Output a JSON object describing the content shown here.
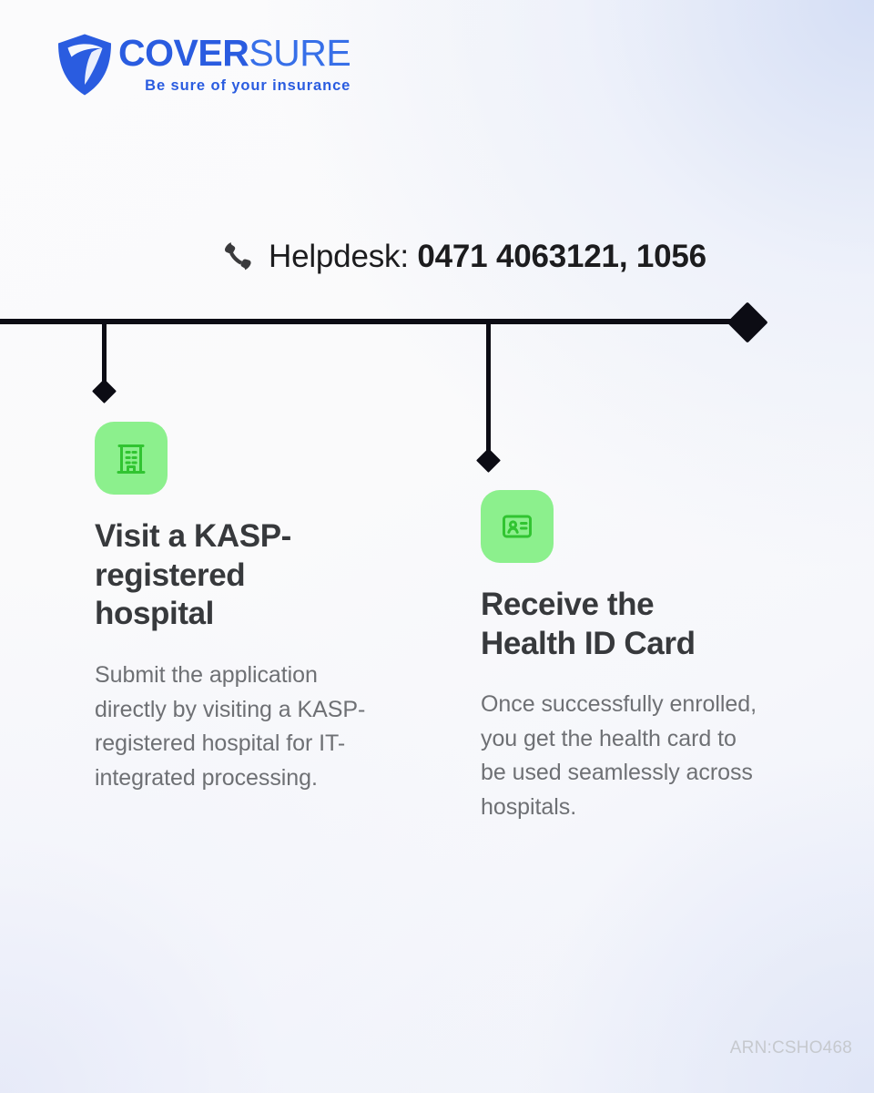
{
  "brand": {
    "logo_icon": "shield-swirl-icon",
    "name_part1": "COVER",
    "name_part2": "SURE",
    "tagline": "Be sure of your insurance",
    "primary_color": "#2a5ce0",
    "secondary_color": "#376fe8"
  },
  "helpdesk": {
    "icon": "telephone-receiver-icon",
    "label": "Helpdesk:",
    "number": "0471 4063121, 1056"
  },
  "timeline": {
    "line_color": "#0c0c14",
    "end_marker": "diamond",
    "node_marker": "diamond"
  },
  "steps": [
    {
      "icon": "hospital-building-icon",
      "icon_bg": "#8cf08d",
      "icon_stroke": "#31c431",
      "title": "Visit a KASP-registered hospital",
      "body": "Submit the application directly by visiting a KASP-registered hospital for IT-integrated processing."
    },
    {
      "icon": "id-card-icon",
      "icon_bg": "#8cf08d",
      "icon_stroke": "#31c431",
      "title": "Receive the Health ID Card",
      "body": "Once successfully enrolled, you get the health card to be used seamlessly across hospitals."
    }
  ],
  "footer": {
    "arn": "ARN:CSHO468"
  }
}
